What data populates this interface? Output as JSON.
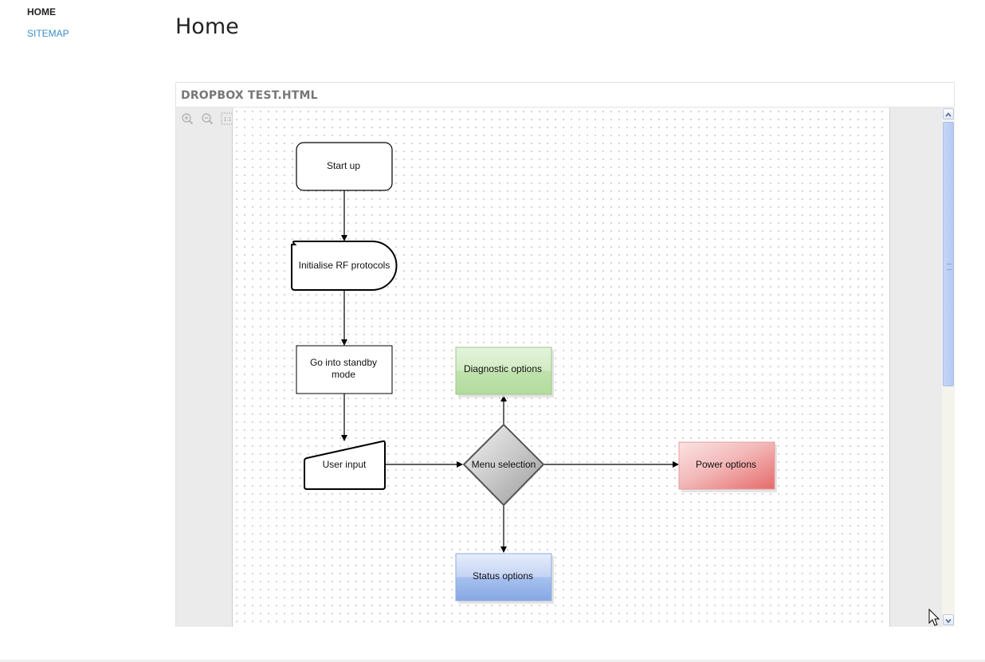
{
  "nav": {
    "home": "HOME",
    "sitemap": "SITEMAP"
  },
  "page": {
    "title": "Home"
  },
  "panel": {
    "title": "DROPBOX TEST.HTML"
  },
  "toolbar": {
    "zoom_in_icon": "zoom-in-icon",
    "zoom_out_icon": "zoom-out-icon",
    "actual_size_icon": "actual-size-icon",
    "actual_size_label": "1:1"
  },
  "diagram": {
    "nodes": {
      "start_up": "Start up",
      "init_rf": "Initialise RF protocols",
      "standby_line1": "Go into standby",
      "standby_line2": "mode",
      "user_input": "User input",
      "menu_selection": "Menu selection",
      "diagnostic": "Diagnostic options",
      "power": "Power options",
      "status": "Status options"
    },
    "colors": {
      "diagnostic": "#b9dfa8",
      "power": "#ea8a8a",
      "status": "#8faee8",
      "decision": "#bdbdbd"
    }
  }
}
